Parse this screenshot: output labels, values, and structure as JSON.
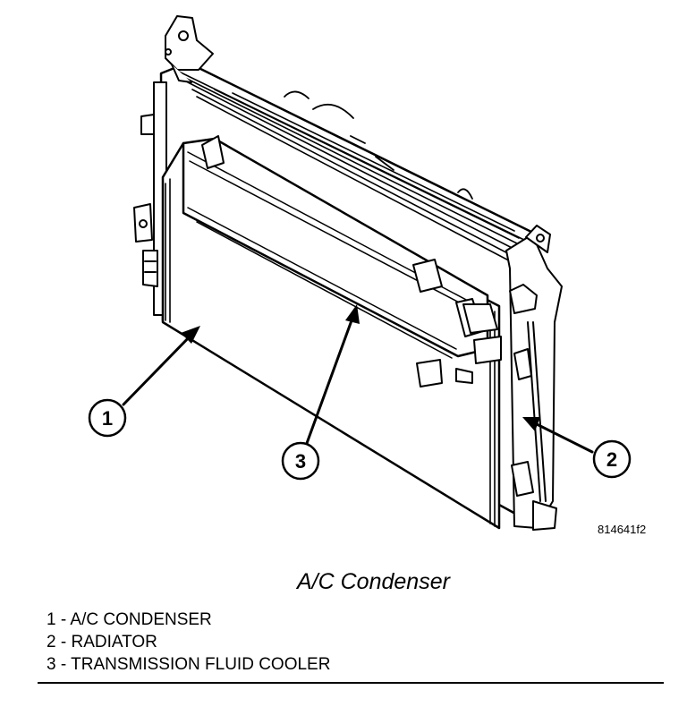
{
  "figure": {
    "id": "814641f2",
    "caption": "A/C Condenser"
  },
  "callouts": [
    {
      "number": "1"
    },
    {
      "number": "2"
    },
    {
      "number": "3"
    }
  ],
  "legend": [
    {
      "number": "1",
      "text": "A/C CONDENSER"
    },
    {
      "number": "2",
      "text": "RADIATOR"
    },
    {
      "number": "3",
      "text": "TRANSMISSION FLUID COOLER"
    }
  ]
}
